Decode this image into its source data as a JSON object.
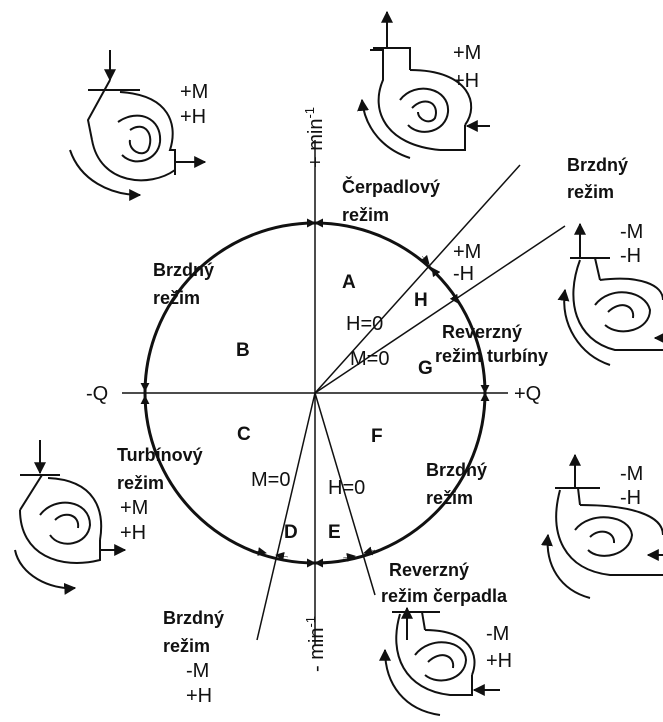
{
  "axes": {
    "pos_speed": "+ min",
    "pos_speed_sup": "-1",
    "neg_speed": "- min",
    "neg_speed_sup": "-1",
    "neg_q": "-Q",
    "pos_q": "+Q"
  },
  "quadrants": [
    "A",
    "B",
    "C",
    "D",
    "E",
    "F",
    "G",
    "H"
  ],
  "lines": {
    "h0_upper": "H=0",
    "m0_upper": "M=0",
    "m0_lower": "M=0",
    "h0_lower": "H=0"
  },
  "modes": {
    "pump": [
      "Čerpadlový",
      "režim"
    ],
    "brake_top_left": [
      "Brzdný",
      "režim"
    ],
    "brake_top_right": [
      "Brzdný",
      "režim"
    ],
    "reverse_turbine": [
      "Reverzný",
      "režim turbíny"
    ],
    "turbine": [
      "Turbínový",
      "režim"
    ],
    "brake_right": [
      "Brzdný",
      "režim"
    ],
    "brake_bottom_left": [
      "Brzdný",
      "režim"
    ],
    "reverse_pump": [
      "Reverzný",
      "režim čerpadla"
    ]
  },
  "signs": {
    "top_left_pump": [
      "+M",
      "+H"
    ],
    "top_pump": [
      "+M",
      "+H"
    ],
    "sector_h": [
      "+M",
      "-H"
    ],
    "right_upper_pump": [
      "-M",
      "-H"
    ],
    "turbine_left": [
      "+M",
      "+H"
    ],
    "right_lower_pump": [
      "-M",
      "-H"
    ],
    "bottom_left": [
      "-M",
      "+H"
    ],
    "bottom_pump": [
      "-M",
      "+H"
    ]
  },
  "icons": [
    "pump-icon",
    "arrow-icon"
  ]
}
